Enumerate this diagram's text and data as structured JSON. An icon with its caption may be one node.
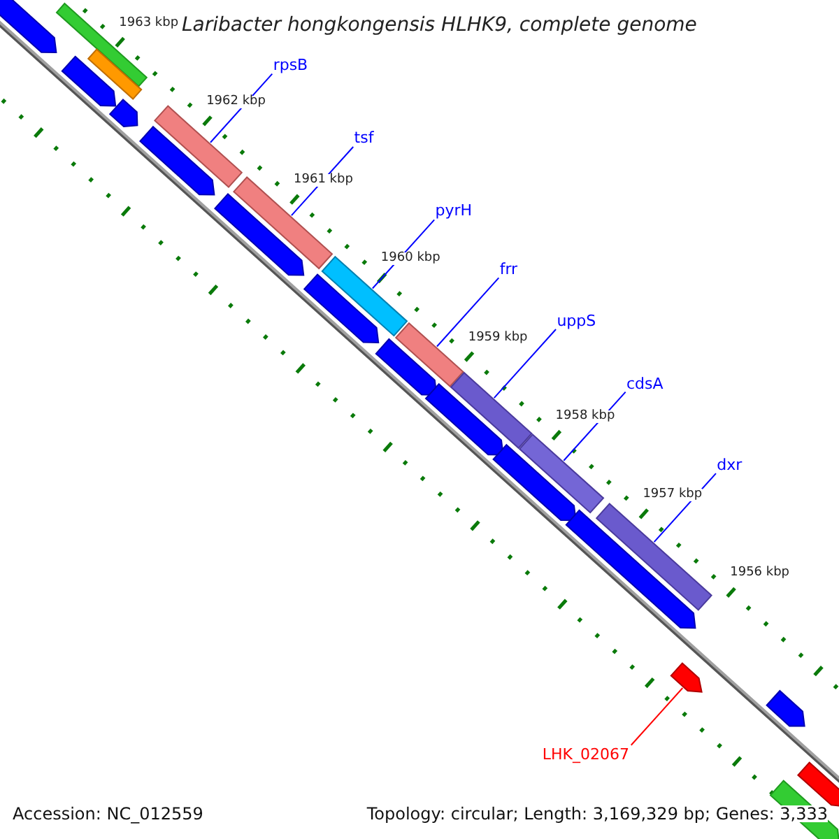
{
  "diagram": {
    "title": "Laribacter hongkongensis HLHK9, complete genome",
    "nodes": [
      {
        "text": [
          "rpsB"
        ]
      },
      {
        "text": [
          "tsf"
        ]
      },
      {
        "text": [
          "pyrH"
        ]
      },
      {
        "text": [
          "frr"
        ]
      },
      {
        "text": [
          "uppS"
        ]
      },
      {
        "text": [
          "cdsA"
        ]
      },
      {
        "text": [
          "dxr"
        ]
      },
      {
        "text": [
          "LHK_02067"
        ]
      },
      {
        "text": [],
        "shape": "bar"
      },
      {
        "text": [],
        "shape": "arrow"
      },
      {
        "text": [],
        "shape": "arrow"
      },
      {
        "text": [],
        "shape": "bar"
      },
      {
        "text": [],
        "shape": "arrow"
      },
      {
        "text": [],
        "shape": "bar"
      },
      {
        "text": [],
        "shape": "arrow"
      },
      {
        "text": [],
        "shape": "bar"
      },
      {
        "text": [],
        "shape": "arrow"
      },
      {
        "text": [],
        "shape": "bar"
      },
      {
        "text": [],
        "shape": "arrow"
      },
      {
        "text": [],
        "shape": "bar"
      },
      {
        "text": [],
        "shape": "arrow"
      },
      {
        "text": [],
        "shape": "bar"
      },
      {
        "text": [],
        "shape": "arrow"
      },
      {
        "text": [],
        "shape": "bar"
      },
      {
        "text": [],
        "shape": "arrow"
      },
      {
        "text": [],
        "shape": "bar"
      },
      {
        "text": [],
        "shape": "arrow"
      },
      {
        "text": [],
        "shape": "arrow"
      },
      {
        "text": [],
        "shape": "arrow"
      },
      {
        "text": [],
        "shape": "arrow"
      },
      {
        "text": [],
        "shape": "arrow"
      }
    ],
    "edges": [
      {
        "from": 0,
        "to": 13,
        "arrow": "none",
        "color": "#0000ff"
      },
      {
        "from": 1,
        "to": 15,
        "arrow": "none",
        "color": "#0000ff"
      },
      {
        "from": 2,
        "to": 17,
        "arrow": "none",
        "color": "#0000ff"
      },
      {
        "from": 3,
        "to": 19,
        "arrow": "none",
        "color": "#0000ff"
      },
      {
        "from": 4,
        "to": 21,
        "arrow": "none",
        "color": "#0000ff"
      },
      {
        "from": 5,
        "to": 23,
        "arrow": "none",
        "color": "#0000ff"
      },
      {
        "from": 6,
        "to": 25,
        "arrow": "none",
        "color": "#0000ff"
      },
      {
        "from": 7,
        "to": 27,
        "arrow": "none",
        "color": "#ff0000"
      }
    ],
    "labels": [
      "1963 kbp",
      "1962 kbp",
      "1961 kbp",
      "1960 kbp",
      "1959 kbp",
      "1958 kbp",
      "1957 kbp",
      "1956 kbp",
      "Accession: NC_012559",
      "Topology: circular; Length: 3,169,329 bp; Genes: 3,333"
    ]
  }
}
